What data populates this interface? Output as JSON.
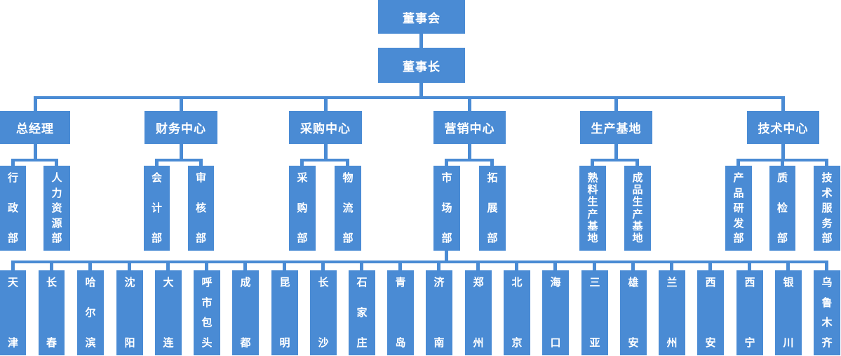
{
  "org_chart": {
    "board": {
      "label": "董事会"
    },
    "chairman": {
      "label": "董事长"
    },
    "divisions": [
      {
        "label": "总经理",
        "children": [
          {
            "label": "行政部"
          },
          {
            "label": "人力资源部"
          }
        ]
      },
      {
        "label": "财务中心",
        "children": [
          {
            "label": "会计部"
          },
          {
            "label": "审核部"
          }
        ]
      },
      {
        "label": "采购中心",
        "children": [
          {
            "label": "采购部"
          },
          {
            "label": "物流部"
          }
        ]
      },
      {
        "label": "营销中心",
        "children": [
          {
            "label": "市场部"
          },
          {
            "label": "拓展部"
          }
        ]
      },
      {
        "label": "生产基地",
        "children": [
          {
            "label": "熟料生产基地"
          },
          {
            "label": "成品生产基地"
          }
        ]
      },
      {
        "label": "技术中心",
        "children": [
          {
            "label": "产品研发部"
          },
          {
            "label": "质检部"
          },
          {
            "label": "技术服务部"
          }
        ]
      }
    ],
    "market_branches": [
      {
        "label": "天津"
      },
      {
        "label": "长春"
      },
      {
        "label": "哈尔滨"
      },
      {
        "label": "沈阳"
      },
      {
        "label": "大连"
      },
      {
        "label": "呼市包头"
      },
      {
        "label": "成都"
      },
      {
        "label": "昆明"
      },
      {
        "label": "长沙"
      },
      {
        "label": "石家庄"
      },
      {
        "label": "青岛"
      },
      {
        "label": "济南"
      },
      {
        "label": "郑州"
      },
      {
        "label": "北京"
      },
      {
        "label": "海口"
      },
      {
        "label": "三亚"
      },
      {
        "label": "雄安"
      },
      {
        "label": "兰州"
      },
      {
        "label": "西安"
      },
      {
        "label": "西宁"
      },
      {
        "label": "银川"
      },
      {
        "label": "乌鲁木齐"
      }
    ]
  },
  "colors": {
    "node_fill": "#4a8bd4",
    "connector": "#4a8bd4",
    "node_text": "#ffffff",
    "background": "#ffffff"
  }
}
